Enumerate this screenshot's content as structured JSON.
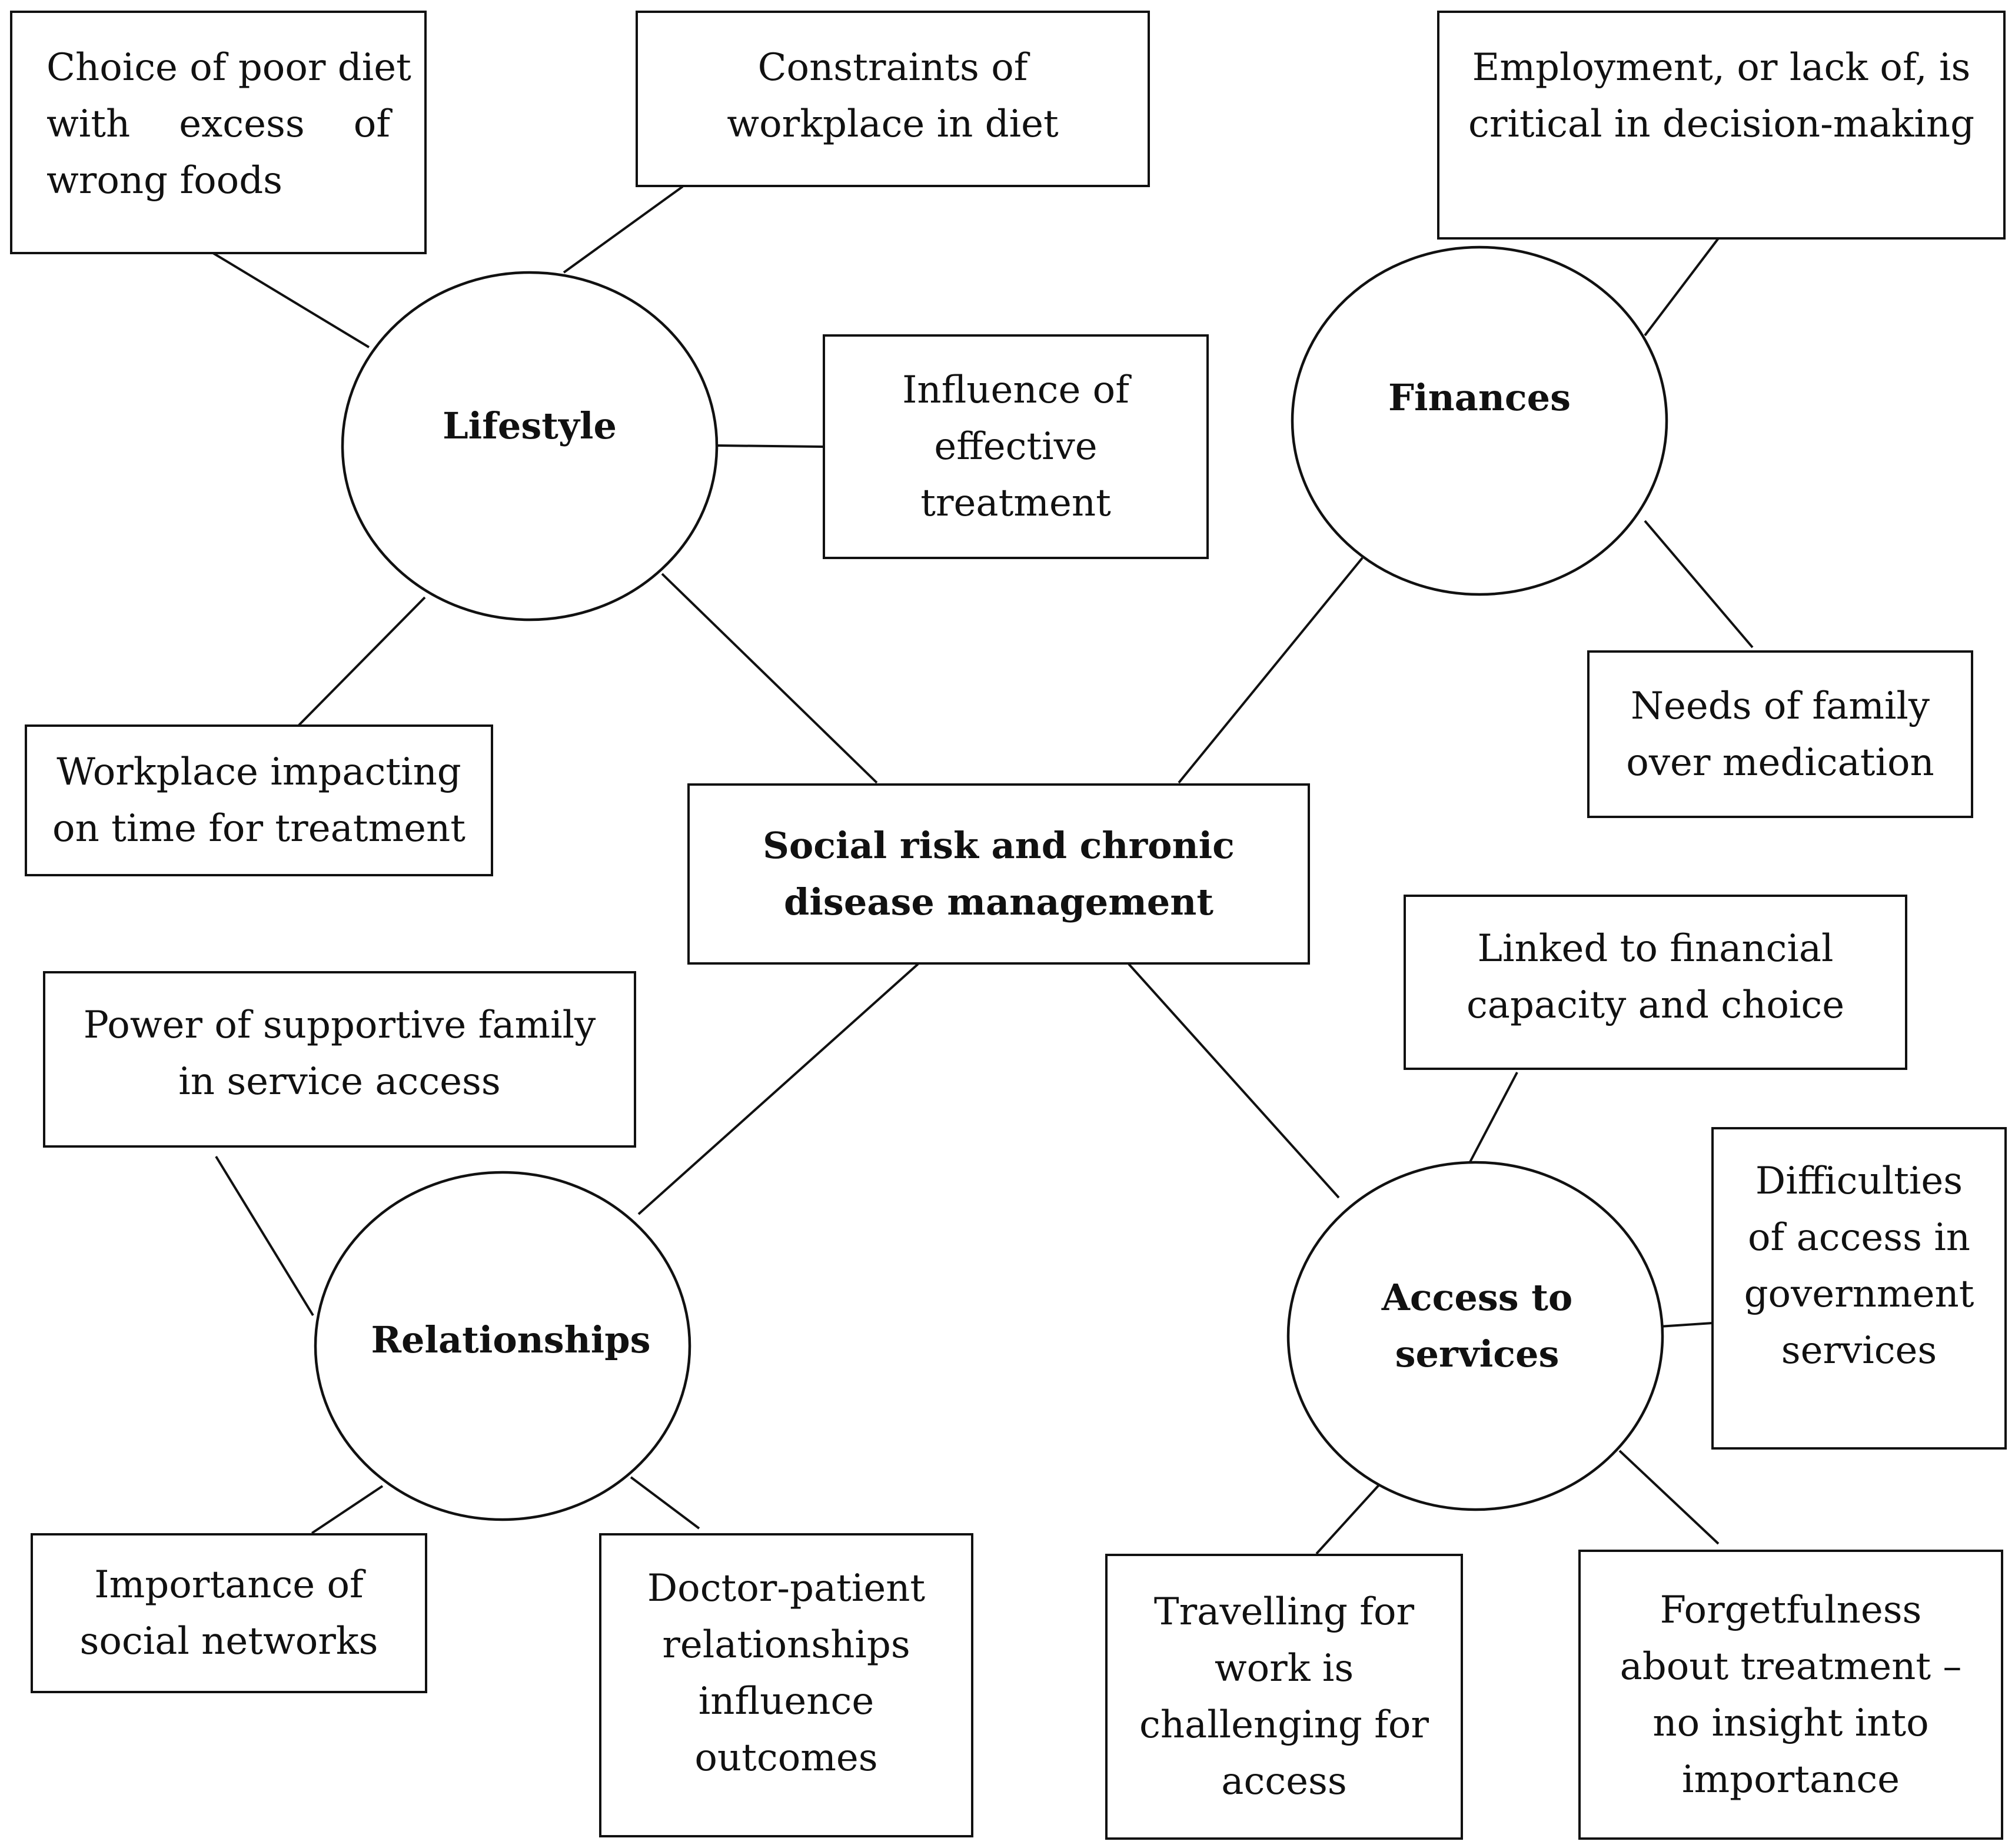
{
  "center": {
    "lines": [
      "Social risk and chronic",
      "disease management"
    ]
  },
  "themes": {
    "lifestyle": {
      "label": "Lifestyle"
    },
    "finances": {
      "label": "Finances"
    },
    "relationships": {
      "label": "Relationships"
    },
    "access": {
      "lines": [
        "Access to",
        "services"
      ]
    }
  },
  "lifestyle_items": {
    "poor_diet": {
      "line1_words": [
        "with",
        "excess",
        "of"
      ],
      "line0": "Choice of poor diet",
      "line2": "wrong foods"
    },
    "workplace_diet": {
      "lines": [
        "Constraints of",
        "workplace in diet"
      ]
    },
    "effective_treatment": {
      "lines": [
        "Influence of",
        "effective",
        "treatment"
      ]
    },
    "workplace_time": {
      "lines": [
        "Workplace impacting",
        "on time for treatment"
      ]
    }
  },
  "finances_items": {
    "employment": {
      "lines": [
        "Employment, or lack of, is",
        "critical in decision-making"
      ]
    },
    "family_needs": {
      "lines": [
        "Needs of family",
        "over medication"
      ]
    }
  },
  "relationships_items": {
    "supportive_family": {
      "lines": [
        "Power of supportive family",
        "in service access"
      ]
    },
    "social_networks": {
      "lines": [
        "Importance of",
        "social networks"
      ]
    },
    "doctor_patient": {
      "lines": [
        "Doctor-patient",
        "relationships",
        "influence",
        "outcomes"
      ]
    }
  },
  "access_items": {
    "financial_capacity": {
      "lines": [
        "Linked to financial",
        "capacity and choice"
      ]
    },
    "government_services": {
      "lines": [
        "Difficulties",
        "of access in",
        "government",
        "services"
      ]
    },
    "travelling": {
      "lines": [
        "Travelling for",
        "work is",
        "challenging for",
        "access"
      ]
    },
    "forgetfulness": {
      "lines": [
        "Forgetfulness",
        "about treatment –",
        "no insight into",
        "importance"
      ]
    }
  }
}
